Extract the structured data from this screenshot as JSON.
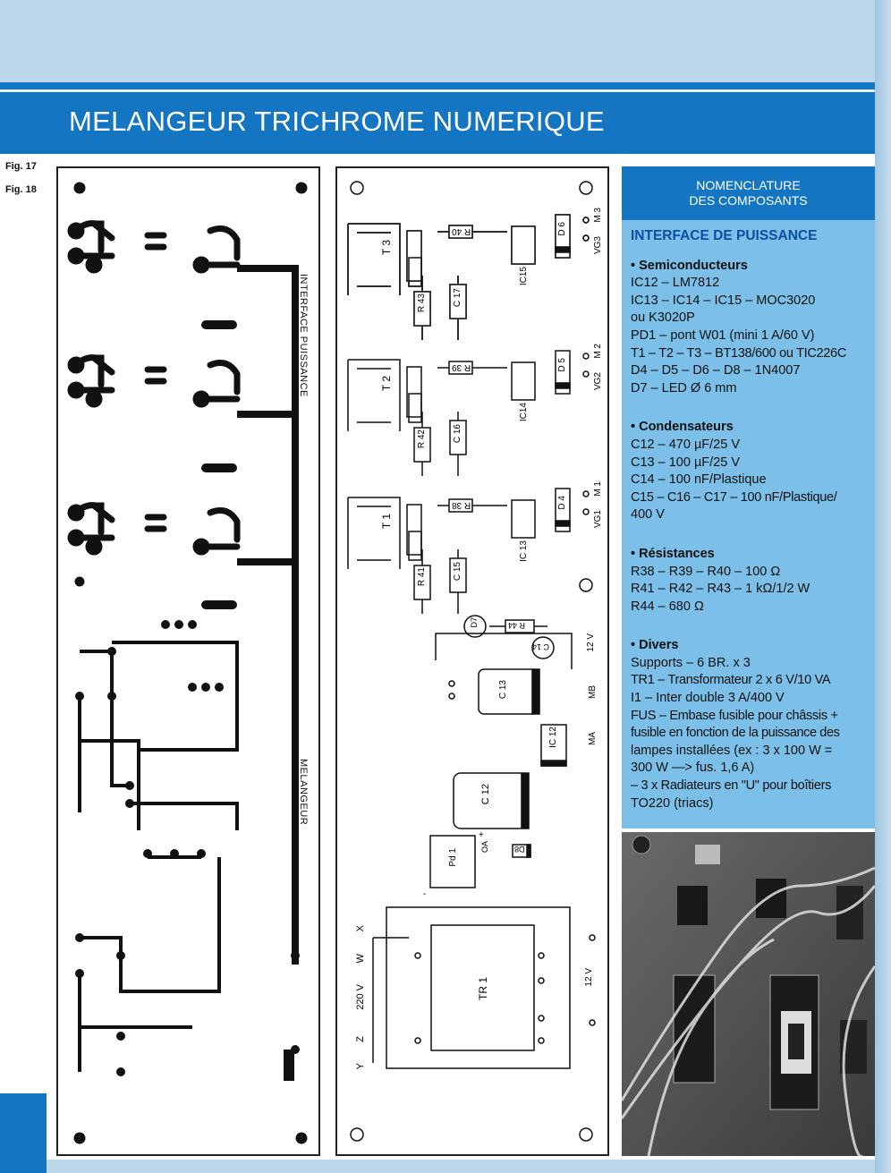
{
  "header": {
    "title": "MELANGEUR TRICHROME NUMERIQUE",
    "fig17": "Fig. 17",
    "fig18": "Fig. 18"
  },
  "pcb": {
    "label_interface": "INTERFACE PUISSANCE",
    "label_melangeur": "MELANGEUR"
  },
  "layout": {
    "triacs": [
      "T 3",
      "T 2",
      "T 1"
    ],
    "top_resistors": [
      "R 40",
      "R 39",
      "R 38"
    ],
    "side_resistors": [
      "R 43",
      "R 42",
      "R 41"
    ],
    "capacitors": [
      "C 17",
      "C 16",
      "C 15"
    ],
    "opto": [
      "IC15",
      "IC14",
      "IC 13"
    ],
    "diodes": [
      "D 6",
      "D 5",
      "D 4"
    ],
    "terminals_m": [
      "M 3",
      "M 2",
      "M 1"
    ],
    "terminals_vg": [
      "VG3",
      "VG2",
      "VG1"
    ],
    "d7": "D7",
    "r44": "R 44",
    "c14": "C 14",
    "v12_top": "12 V",
    "c13": "C 13",
    "mb": "MB",
    "ma": "MA",
    "ic12": "IC 12",
    "c12": "C 12",
    "d8": "D8",
    "pd1": "Pd 1",
    "oa": "OA",
    "plus": "+",
    "minus": "-",
    "x": "X",
    "w": "W",
    "v220": "220 V",
    "z": "Z",
    "y": "Y",
    "tr1": "TR 1",
    "v12_bottom": "12 V"
  },
  "nomenclature": {
    "header_line1": "NOMENCLATURE",
    "header_line2": "DES COMPOSANTS",
    "section_title": "INTERFACE DE PUISSANCE",
    "semi_title": "• Semiconducteurs",
    "semi": [
      "IC12 – LM7812",
      "IC13 – IC14 – IC15 – MOC3020",
      "ou K3020P",
      "PD1 – pont W01 (mini 1 A/60 V)",
      "T1 – T2 – T3 – BT138/600 ou TIC226C",
      "D4 – D5 – D6 – D8 – 1N4007",
      "D7 – LED Ø 6 mm"
    ],
    "cond_title": "• Condensateurs",
    "cond": [
      "C12 – 470 µF/25 V",
      "C13 – 100 µF/25 V",
      "C14 – 100 nF/Plastique",
      "C15 – C16 – C17 – 100 nF/Plastique/",
      "400 V"
    ],
    "res_title": "• Résistances",
    "res": [
      "R38 – R39 – R40 – 100 Ω",
      "R41 – R42 – R43 – 1 kΩ/1/2 W",
      "R44 – 680 Ω"
    ],
    "div_title": "• Divers",
    "div": [
      "Supports – 6 BR. x 3",
      "TR1 – Transformateur 2 x 6 V/10 VA",
      "I1 – Inter double 3 A/400 V",
      "FUS – Embase fusible pour châssis +",
      "fusible en fonction de la puissance des",
      "lampes installées (ex : 3 x 100 W =",
      "300 W —> fus. 1,6 A)",
      "– 3 x Radiateurs en \"U\" pour boîtiers",
      "TO220 (triacs)"
    ]
  },
  "colors": {
    "blue": "#1476c2",
    "light_blue": "#7cc0ea",
    "pale_blue": "#bcd6ea"
  }
}
